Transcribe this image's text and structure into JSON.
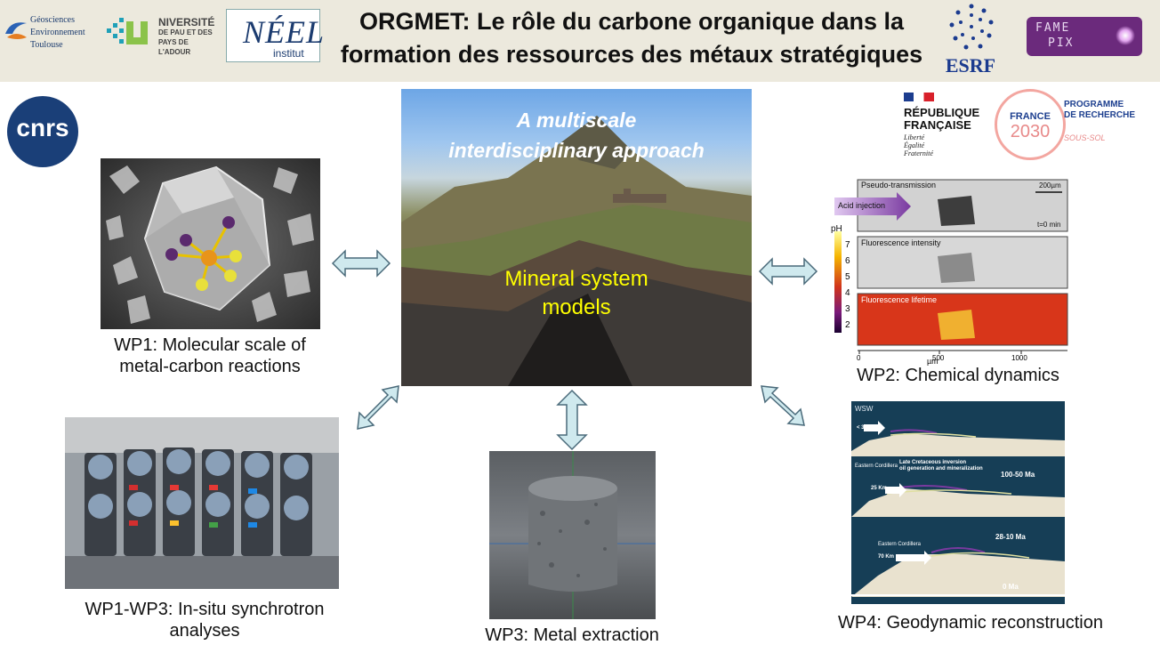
{
  "header": {
    "title_line1": "ORGMET: Le rôle du carbone organique dans la",
    "title_line2": "formation des ressources des métaux stratégiques"
  },
  "logos": {
    "ges": [
      "Géosciences",
      "Environnement",
      "Toulouse"
    ],
    "uppa": [
      "NIVERSITÉ",
      "DE PAU ET DES",
      "PAYS DE L'ADOUR"
    ],
    "neel": {
      "big": "NÉEL",
      "small": "institut"
    },
    "esrf": "ESRF",
    "famepix": [
      "FAME",
      "PIX"
    ],
    "cnrs": "cnrs",
    "rf": {
      "line1": "RÉPUBLIQUE",
      "line2": "FRANÇAISE",
      "motto": [
        "Liberté",
        "Égalité",
        "Fraternité"
      ]
    },
    "france2030": {
      "line1": "FRANCE",
      "line2": "2030"
    },
    "programme": {
      "line1": "PROGRAMME",
      "line2": "DE RECHERCHE",
      "line3": "SOUS-SOL"
    }
  },
  "center": {
    "overlay_title": [
      "A multiscale",
      "interdisciplinary approach"
    ],
    "overlay_models": [
      "Mineral system",
      "models"
    ]
  },
  "captions": {
    "wp1": [
      "WP1: Molecular scale of",
      "metal-carbon reactions"
    ],
    "wp2": "WP2: Chemical dynamics",
    "wp3": "WP3: Metal extraction",
    "wp4": "WP4: Geodynamic reconstruction",
    "wp13": [
      "WP1-WP3: In-situ synchrotron",
      "analyses"
    ]
  },
  "wp2_figure": {
    "panel1": "Pseudo-transmission",
    "scale": "200µm",
    "acid": "Acid injection",
    "time": "t=0 min",
    "panel2": "Fluorescence intensity",
    "panel3": "Fluorescence lifetime",
    "ph_label": "pH",
    "ph_ticks": [
      "7",
      "6",
      "5",
      "4",
      "3",
      "2"
    ],
    "x_ticks": [
      "0",
      "500",
      "1000"
    ],
    "x_unit": "µm"
  },
  "wp4_figure": {
    "wsw": "WSW",
    "depth1": "< 3 Km",
    "note1": [
      "Late Cretaceous inversion",
      "oil generation and mineralization"
    ],
    "age1": "100-50 Ma",
    "range2": "Eastern Cordillera",
    "depth2": "25 Km",
    "age2": "28-10 Ma",
    "range3": "Eastern Cordillera",
    "depth3": "70 Km",
    "age3": "0 Ma"
  },
  "colors": {
    "header_bg": "#ece9dd",
    "arrow_fill": "#cfe9ee",
    "arrow_stroke": "#4a6a7a",
    "overlay_yellow": "#ffff00"
  }
}
